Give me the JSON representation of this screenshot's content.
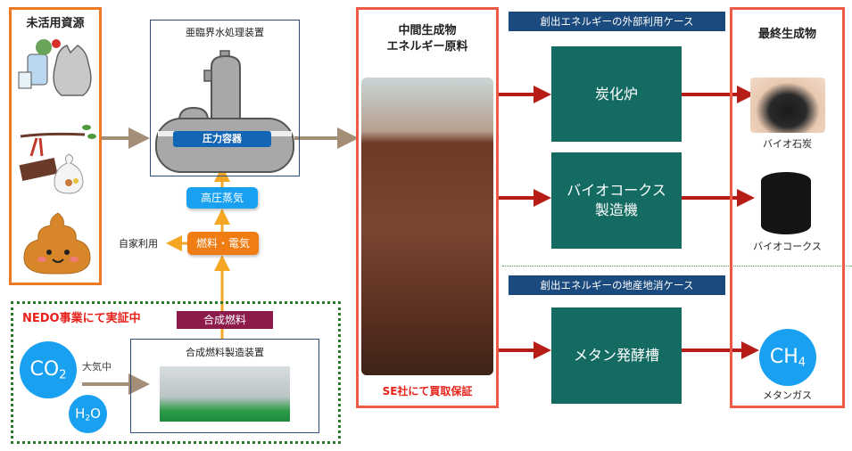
{
  "resources": {
    "title": "未活用資源",
    "icons": [
      "food-waste-icon",
      "pruned-branches-icon",
      "manure-icon"
    ]
  },
  "subcritical_unit": {
    "title": "亜臨界水処理装置",
    "vessel_label": "圧力容器"
  },
  "energy_chain": {
    "steam": "高圧蒸気",
    "fuel_power": "燃料・電気",
    "self_use": "自家利用"
  },
  "nedo": {
    "label": "NEDO事業にて実証中",
    "synthetic_fuel": "合成燃料",
    "plant_title": "合成燃料製造装置",
    "air_label": "大気中",
    "co2": {
      "main": "CO",
      "sub": "2"
    },
    "h2o": {
      "pre": "H",
      "sub": "2",
      "post": "O"
    }
  },
  "intermediate": {
    "title_line1": "中間生成物",
    "title_line2": "エネルギー原料",
    "buyback": "SE社にて買取保証"
  },
  "cases": {
    "external": "創出エネルギーの外部利用ケース",
    "local": "創出エネルギーの地産地消ケース"
  },
  "machines": {
    "carbonizer": "炭化炉",
    "biocoke_line1": "バイオコークス",
    "biocoke_line2": "製造機",
    "methane": "メタン発酵槽"
  },
  "final": {
    "title": "最終生成物",
    "biocoal": "バイオ石炭",
    "biocoke": "バイオコークス",
    "ch4": {
      "main": "CH",
      "sub": "4"
    },
    "methane_gas": "メタンガス"
  },
  "colors": {
    "resource_border": "#ec7a24",
    "product_border": "#ee5a45",
    "flow_arrow": "#a58e78",
    "energy_arrow": "#f5a623",
    "output_arrow": "#b51d16",
    "machine": "#136b62",
    "case_header": "#1b4a7e",
    "molecule": "#1aa0f0",
    "nedo_text": "#e8221b"
  }
}
